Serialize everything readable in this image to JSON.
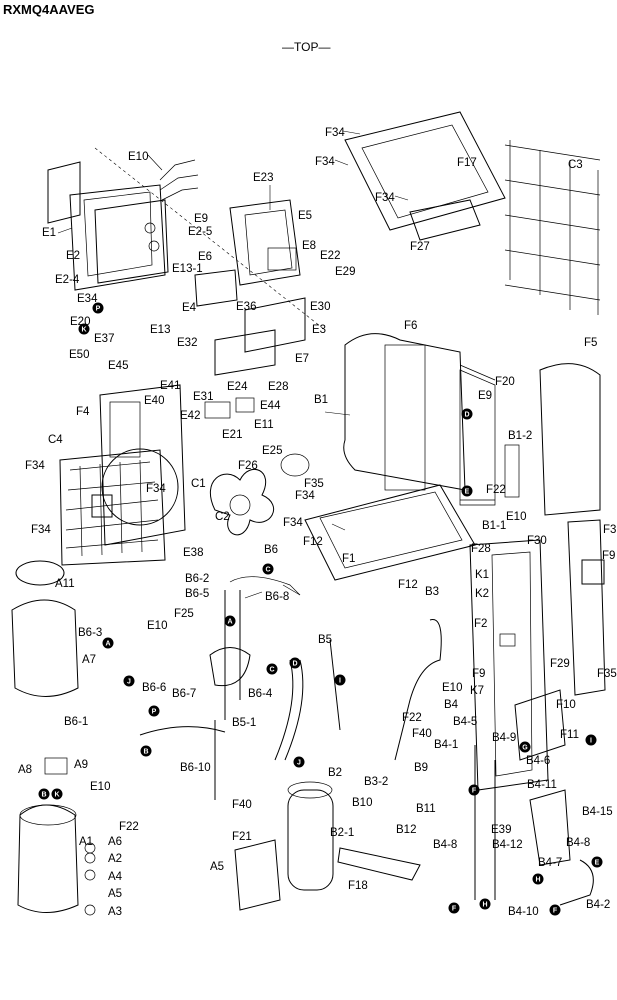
{
  "header": {
    "model": "RXMQ4AAVEG",
    "view": "—TOP—"
  },
  "part_labels": [
    "F34",
    "F34",
    "F17",
    "F34",
    "F27",
    "C3",
    "E10",
    "E23",
    "E5",
    "E1",
    "E9",
    "E2-5",
    "E6",
    "E8",
    "E22",
    "E29",
    "E2",
    "E2-4",
    "E13-1",
    "E34",
    "E4",
    "E36",
    "E30",
    "E20",
    "E37",
    "E13",
    "E32",
    "E3",
    "E50",
    "E45",
    "E7",
    "E41",
    "E31",
    "E24",
    "E28",
    "E40",
    "E42",
    "E44",
    "E21",
    "E11",
    "F6",
    "F5",
    "F20",
    "E9",
    "B1",
    "F4",
    "B1-2",
    "C4",
    "E25",
    "F26",
    "F34",
    "F35",
    "C1",
    "F34",
    "F22",
    "F34",
    "C2",
    "F34",
    "B1-1",
    "E10",
    "F12",
    "F1",
    "F34",
    "F28",
    "F30",
    "F3",
    "E38",
    "B6",
    "K1",
    "F9",
    "A11",
    "B6-2",
    "B6-8",
    "K2",
    "F12",
    "B3",
    "B6-5",
    "F25",
    "B6-3",
    "E10",
    "A7",
    "F2",
    "B5",
    "F9",
    "K7",
    "B6-6",
    "B6-7",
    "F29",
    "F35",
    "E10",
    "B6-4",
    "B6-1",
    "F22",
    "B4",
    "F10",
    "F40",
    "B4-5",
    "F11",
    "B5-1",
    "B4-1",
    "B4-9",
    "A8",
    "A9",
    "B6-10",
    "B2",
    "B9",
    "B4-6",
    "E10",
    "B4-11",
    "B3-2",
    "B10",
    "B11",
    "B4-15",
    "F40",
    "B2-1",
    "B12",
    "E39",
    "A1",
    "A6",
    "F22",
    "F21",
    "B4-8",
    "B4-12",
    "B4-8",
    "A2",
    "B4-7",
    "A4",
    "A5",
    "A5",
    "F18",
    "A3",
    "B4-10",
    "B4-2"
  ],
  "badge_letters": [
    "P",
    "K",
    "D",
    "E",
    "C",
    "A",
    "C",
    "D",
    "I",
    "A",
    "J",
    "P",
    "B",
    "J",
    "F",
    "G",
    "I",
    "B",
    "K",
    "F",
    "E",
    "H",
    "F",
    "H"
  ]
}
